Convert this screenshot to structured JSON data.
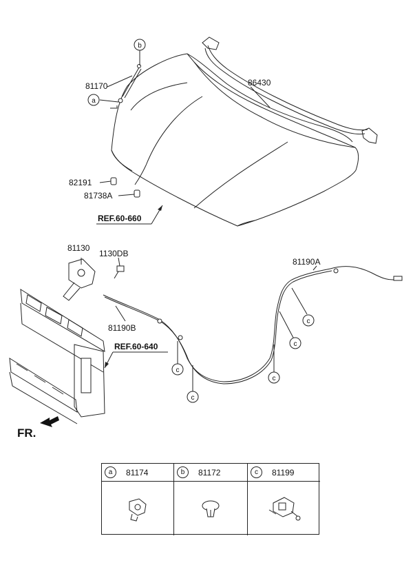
{
  "parts": {
    "hood": "86430",
    "hood_hinge_stay": "81170",
    "bumper_a": "82191",
    "bumper_b": "81738A",
    "latch": "81130",
    "bolt": "1130DB",
    "cable_front": "81190B",
    "cable_rear": "81190A"
  },
  "refs": {
    "hood_ref": "REF.60-660",
    "panel_ref": "REF.60-640"
  },
  "callouts": {
    "a": "a",
    "b": "b",
    "c": "c"
  },
  "direction": "FR.",
  "legend": [
    {
      "letter": "a",
      "part": "81174",
      "icon": "clip-a-icon"
    },
    {
      "letter": "b",
      "part": "81172",
      "icon": "clip-b-icon"
    },
    {
      "letter": "c",
      "part": "81199",
      "icon": "clip-c-icon"
    }
  ]
}
